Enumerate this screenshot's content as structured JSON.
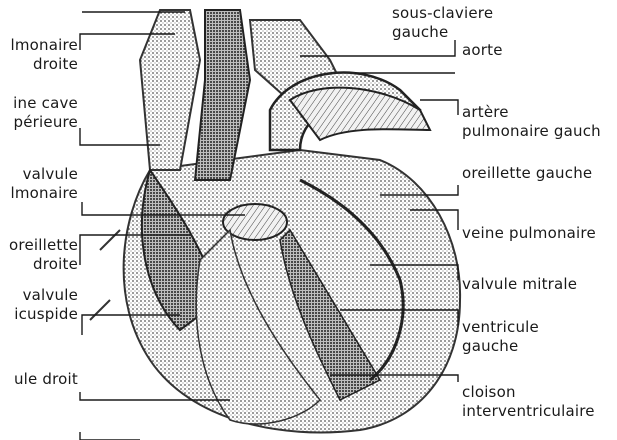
{
  "labels_left": [
    {
      "key": "pulm_droite",
      "text": "lmonaire\ndroite"
    },
    {
      "key": "cave_sup",
      "text": "ine cave\npérieure"
    },
    {
      "key": "valv_pulm",
      "text": "valvule\nlmonaire"
    },
    {
      "key": "oreil_droite",
      "text": "oreillette\ndroite"
    },
    {
      "key": "valv_tri",
      "text": "valvule\nicuspide"
    },
    {
      "key": "vent_droit",
      "text": "ule droit"
    }
  ],
  "labels_right": [
    {
      "key": "sous_claviere",
      "text": "sous-claviere\ngauche"
    },
    {
      "key": "aorte",
      "text": "aorte"
    },
    {
      "key": "art_pulm",
      "text": "artère\npulmonaire gauch"
    },
    {
      "key": "oreil_gauche",
      "text": "oreillette gauche"
    },
    {
      "key": "veine_pulm",
      "text": "veine pulmonaire"
    },
    {
      "key": "valv_mitrale",
      "text": "valvule mitrale"
    },
    {
      "key": "vent_gauche",
      "text": "ventricule\ngauche"
    },
    {
      "key": "cloison",
      "text": "cloison\ninterventriculaire"
    }
  ],
  "colors": {
    "ink": "#1a1a1a",
    "shade": "#6f6f6f",
    "light": "#d9d9d9",
    "paper": "#ffffff"
  }
}
